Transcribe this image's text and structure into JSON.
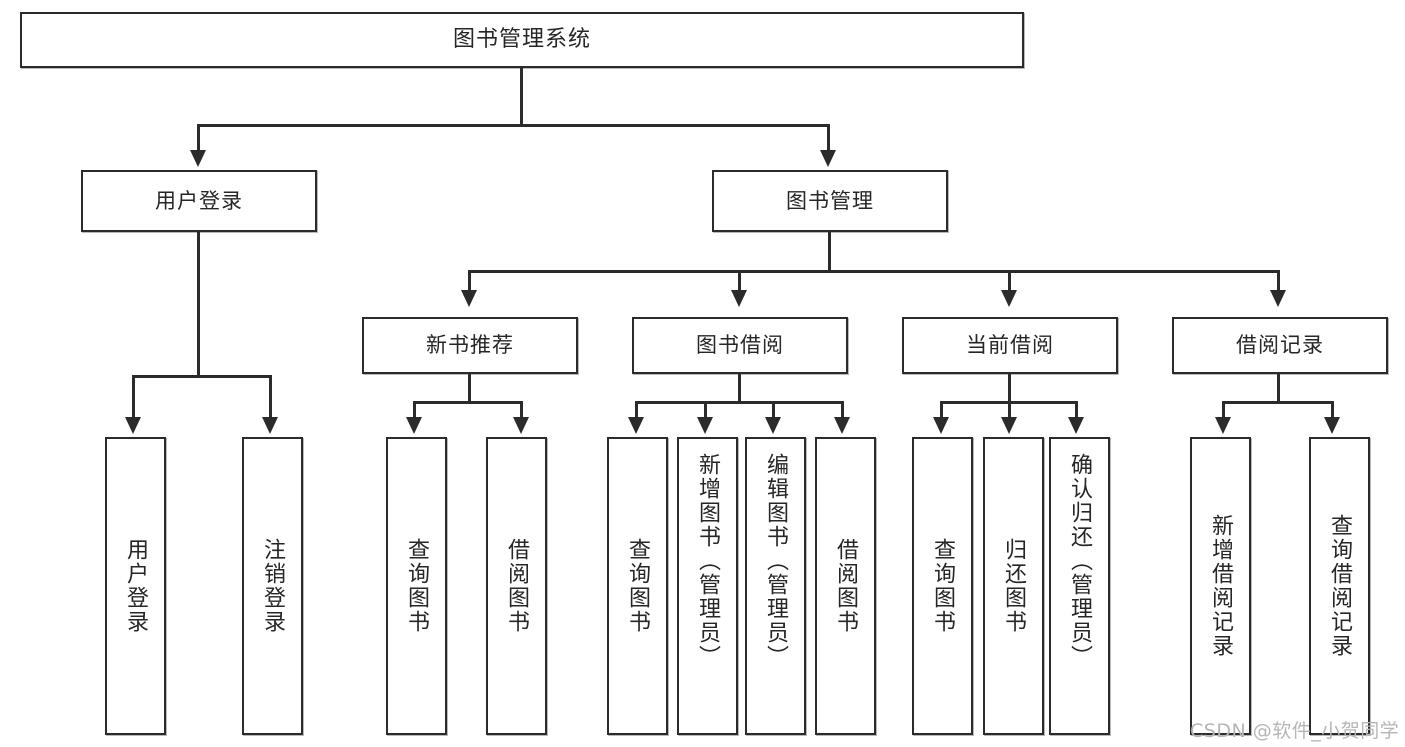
{
  "diagram": {
    "type": "tree",
    "title": "图书管理系统",
    "root": {
      "label": "图书管理系统"
    },
    "level2": [
      {
        "label": "用户登录"
      },
      {
        "label": "图书管理"
      }
    ],
    "level3": [
      {
        "label": "新书推荐"
      },
      {
        "label": "图书借阅"
      },
      {
        "label": "当前借阅"
      },
      {
        "label": "借阅记录"
      }
    ],
    "leaves": {
      "user_login": [
        {
          "label": "用户登录"
        },
        {
          "label": "注销登录"
        }
      ],
      "new_book_recommend": [
        {
          "label": "查询图书"
        },
        {
          "label": "借阅图书"
        }
      ],
      "book_borrow": [
        {
          "label": "查询图书"
        },
        {
          "label": "新增图书（管理员）"
        },
        {
          "label": "编辑图书（管理员）"
        },
        {
          "label": "借阅图书"
        }
      ],
      "current_borrow": [
        {
          "label": "查询图书"
        },
        {
          "label": "归还图书"
        },
        {
          "label": "确认归还（管理员）"
        }
      ],
      "borrow_record": [
        {
          "label": "新增借阅记录"
        },
        {
          "label": "查询借阅记录"
        }
      ]
    }
  },
  "watermark": {
    "text": "CSDN @软件_小贺同学"
  },
  "colors": {
    "stroke": "#2b2b2b",
    "background": "#ffffff",
    "text": "#262626",
    "watermark": "#b6b6b6"
  }
}
